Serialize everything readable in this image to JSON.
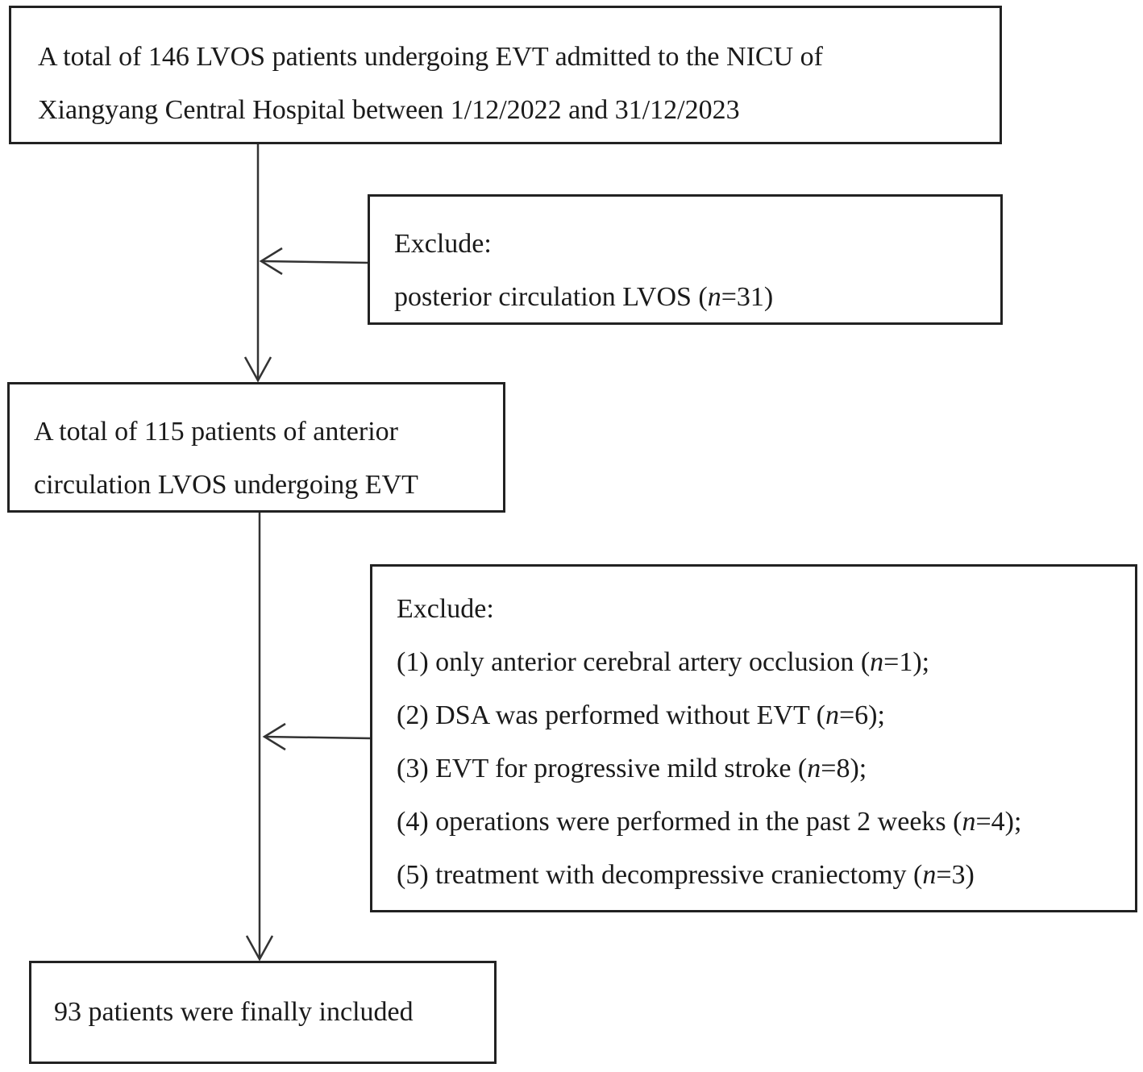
{
  "boxes": {
    "total": {
      "lines": [
        "A total of 146 LVOS patients undergoing EVT admitted to the NICU of",
        "Xiangyang Central Hospital between 1/12/2022 and 31/12/2023"
      ]
    },
    "exclude1": {
      "heading": "Exclude:",
      "item": {
        "pre": "posterior circulation LVOS (",
        "n": "n",
        "post": "=31)"
      }
    },
    "anterior": {
      "lines": [
        "A total of 115 patients of anterior",
        "circulation LVOS undergoing EVT"
      ]
    },
    "exclude2": {
      "heading": "Exclude:",
      "items": [
        {
          "pre": "(1) only anterior cerebral artery occlusion (",
          "n": "n",
          "post": "=1);"
        },
        {
          "pre": "(2) DSA was performed without EVT (",
          "n": "n",
          "post": "=6);"
        },
        {
          "pre": "(3) EVT for progressive mild stroke (",
          "n": "n",
          "post": "=8);"
        },
        {
          "pre": "(4) operations were performed in the past 2 weeks (",
          "n": "n",
          "post": "=4);"
        },
        {
          "pre": "(5) treatment with decompressive craniectomy (",
          "n": "n",
          "post": "=3)"
        }
      ]
    },
    "final": {
      "lines": [
        "93 patients were finally included"
      ]
    }
  },
  "colors": {
    "stroke": "#222222",
    "text": "#1a1a1a",
    "background": "#ffffff"
  }
}
